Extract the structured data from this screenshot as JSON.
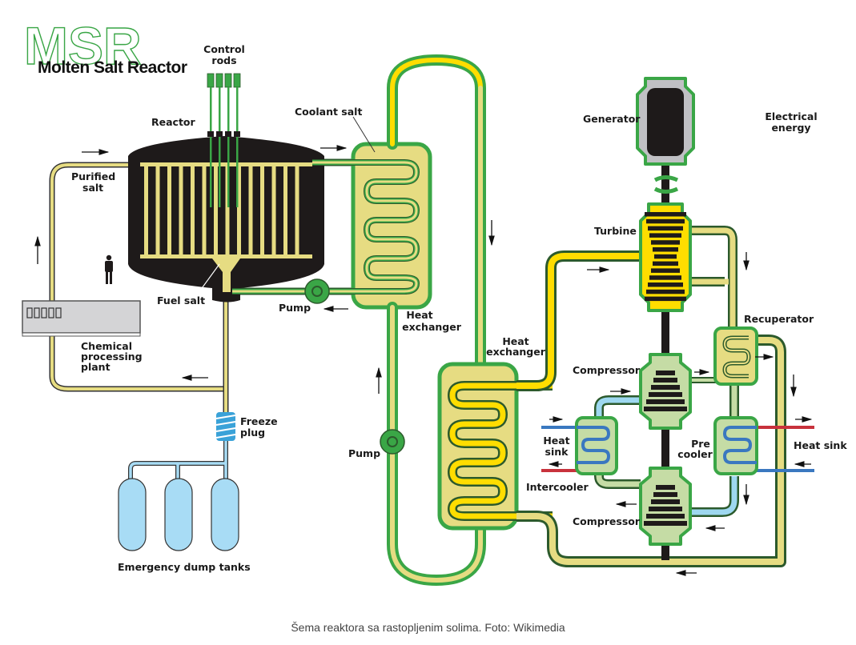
{
  "logo": {
    "title": "MSR",
    "subtitle": "Molten Salt Reactor"
  },
  "labels": {
    "control_rods": [
      "Control",
      "rods"
    ],
    "reactor": "Reactor",
    "coolant_salt": "Coolant salt",
    "purified_salt": [
      "Purified",
      "salt"
    ],
    "fuel_salt": "Fuel salt",
    "pump_primary": "Pump",
    "heat_exchanger_primary": [
      "Heat",
      "exchanger"
    ],
    "chemical_plant": [
      "Chemical",
      "processing",
      "plant"
    ],
    "freeze_plug": [
      "Freeze",
      "plug"
    ],
    "dump_tanks": "Emergency dump tanks",
    "pump_secondary": "Pump",
    "heat_exchanger_secondary": [
      "Heat",
      "exchanger"
    ],
    "generator": "Generator",
    "electrical_energy": [
      "Electrical",
      "energy"
    ],
    "turbine": "Turbine",
    "recuperator": "Recuperator",
    "compressor_top": "Compressor",
    "heat_sink_left": [
      "Heat",
      "sink"
    ],
    "intercooler": "Intercooler",
    "precooler": [
      "Pre",
      "cooler"
    ],
    "heat_sink_right": "Heat sink",
    "compressor_bottom": "Compressor"
  },
  "colors": {
    "fuel_salt": "#e6dc82",
    "coolant_salt": "#ffdd00",
    "vessel_green": "#3aa646",
    "reactor_black": "#1e1a1a",
    "cold_water": "#3a78c0",
    "hot_water": "#c8323c",
    "gas_cool": "#9ed8f0",
    "tank_blue": "#a8dcf5"
  },
  "caption": "Šema reaktora sa rastopljenim solima. Foto: Wikimedia"
}
